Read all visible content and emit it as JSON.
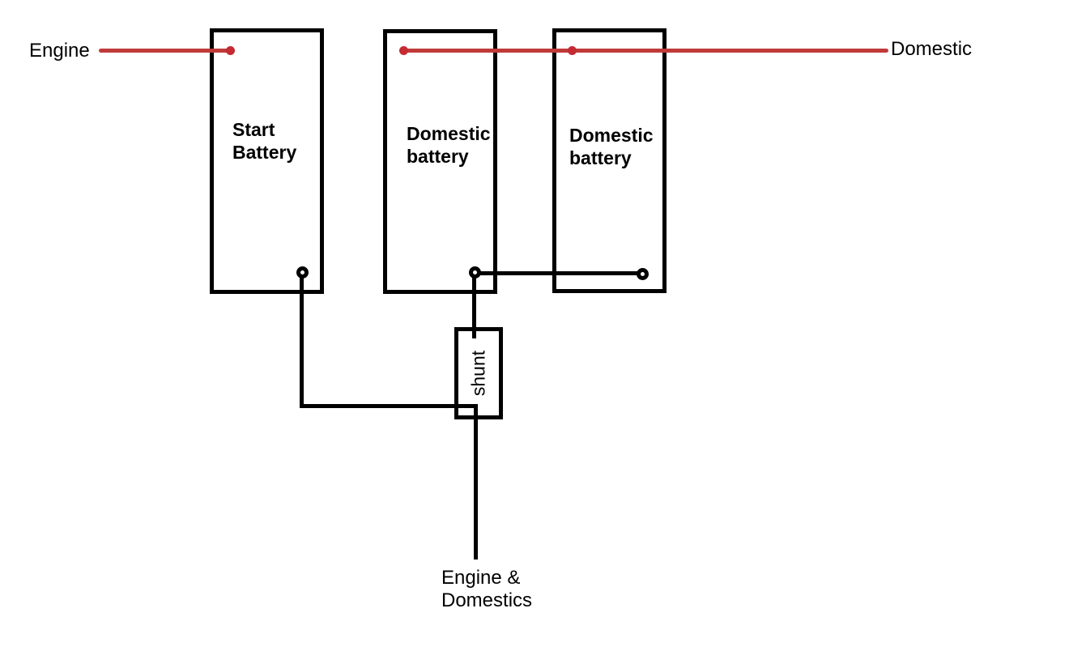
{
  "colors": {
    "background": "#ffffff",
    "wire_black": "#000000",
    "wire_red": "#c03a3a",
    "dot_red": "#c42b33"
  },
  "labels": {
    "engine": "Engine",
    "domestic": "Domestic",
    "engine_domestics": {
      "line1": "Engine &",
      "line2": "Domestics"
    }
  },
  "boxes": {
    "start_battery": {
      "line1": "Start",
      "line2": "Battery"
    },
    "domestic_battery_1": {
      "line1": "Domestic",
      "line2": "battery"
    },
    "domestic_battery_2": {
      "line1": "Domestic",
      "line2": "battery"
    },
    "shunt": {
      "label": "shunt"
    }
  }
}
